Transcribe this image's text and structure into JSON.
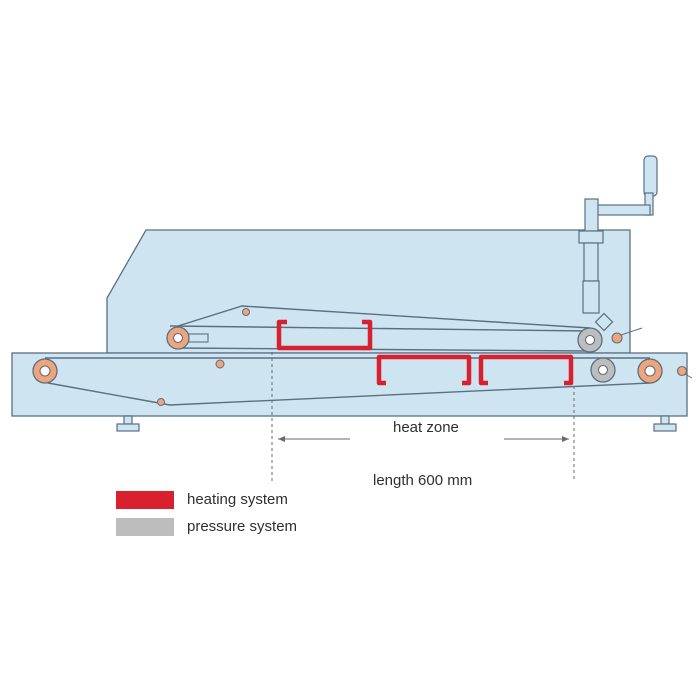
{
  "diagram": {
    "heat_zone": {
      "label_line1": "heat zone",
      "label_line2": "length 600 mm"
    },
    "legend": [
      {
        "label": "heating system",
        "color": "#d8202f"
      },
      {
        "label": "pressure system",
        "color": "#bdbdbd"
      }
    ],
    "colors": {
      "machine_body": "#cfe4f1",
      "outline": "#5a6f80",
      "heating": "#d8202f",
      "pressure": "#bdbdbd",
      "roller_orange": "#f0a47a"
    }
  }
}
